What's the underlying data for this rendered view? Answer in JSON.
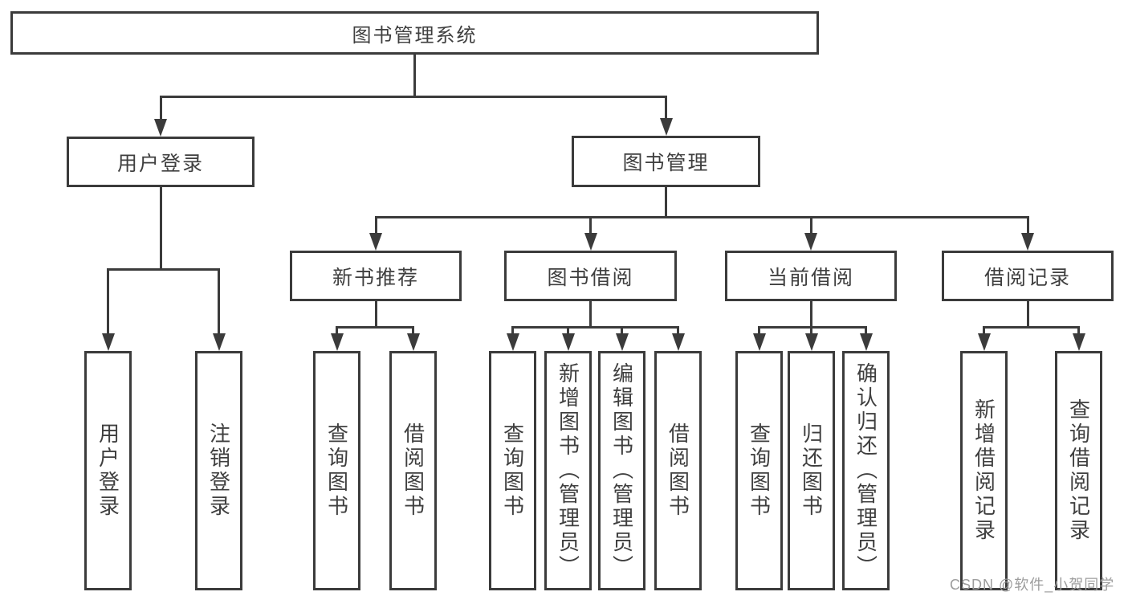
{
  "diagram": {
    "title": "图书管理系统",
    "nodes": [
      {
        "id": "system",
        "label": "图书管理系统"
      },
      {
        "id": "user-login",
        "label": "用户登录"
      },
      {
        "id": "book-management",
        "label": "图书管理"
      },
      {
        "id": "login",
        "label": "用户登录",
        "vertical": true
      },
      {
        "id": "logout",
        "label": "注销登录",
        "vertical": true
      },
      {
        "id": "new-book-recommend",
        "label": "新书推荐"
      },
      {
        "id": "book-borrowing",
        "label": "图书借阅"
      },
      {
        "id": "current-borrowing",
        "label": "当前借阅"
      },
      {
        "id": "borrowing-records",
        "label": "借阅记录"
      },
      {
        "id": "query-books-recommend",
        "label": "查询图书",
        "vertical": true
      },
      {
        "id": "borrow-books-recommend",
        "label": "借阅图书",
        "vertical": true
      },
      {
        "id": "query-books-borrow",
        "label": "查询图书",
        "vertical": true
      },
      {
        "id": "add-books-admin",
        "label": "新增图书（管理员）",
        "vertical": true
      },
      {
        "id": "edit-books-admin",
        "label": "编辑图书（管理员）",
        "vertical": true
      },
      {
        "id": "borrow-books-borrow",
        "label": "借阅图书",
        "vertical": true
      },
      {
        "id": "query-books-current",
        "label": "查询图书",
        "vertical": true
      },
      {
        "id": "return-books",
        "label": "归还图书",
        "vertical": true
      },
      {
        "id": "confirm-return-admin",
        "label": "确认归还（管理员）",
        "vertical": true
      },
      {
        "id": "add-borrow-record",
        "label": "新增借阅记录",
        "vertical": true
      },
      {
        "id": "query-borrow-record",
        "label": "查询借阅记录",
        "vertical": true
      }
    ],
    "edges": [
      {
        "from": "system",
        "to": [
          "user-login",
          "book-management"
        ]
      },
      {
        "from": "user-login",
        "to": [
          "login",
          "logout"
        ]
      },
      {
        "from": "book-management",
        "to": [
          "new-book-recommend",
          "book-borrowing",
          "current-borrowing",
          "borrowing-records"
        ]
      },
      {
        "from": "new-book-recommend",
        "to": [
          "query-books-recommend",
          "borrow-books-recommend"
        ]
      },
      {
        "from": "book-borrowing",
        "to": [
          "query-books-borrow",
          "add-books-admin",
          "edit-books-admin",
          "borrow-books-borrow"
        ]
      },
      {
        "from": "current-borrowing",
        "to": [
          "query-books-current",
          "return-books",
          "confirm-return-admin"
        ]
      },
      {
        "from": "borrowing-records",
        "to": [
          "add-borrow-record",
          "query-borrow-record"
        ]
      }
    ]
  },
  "watermark": {
    "text": "CSDN @软件_小贺同学"
  },
  "colors": {
    "line": "#3b3b3b",
    "box_border": "#3b3b3b",
    "text": "#3f3f3f",
    "watermark": "#9d9d9d",
    "background": "#ffffff"
  }
}
